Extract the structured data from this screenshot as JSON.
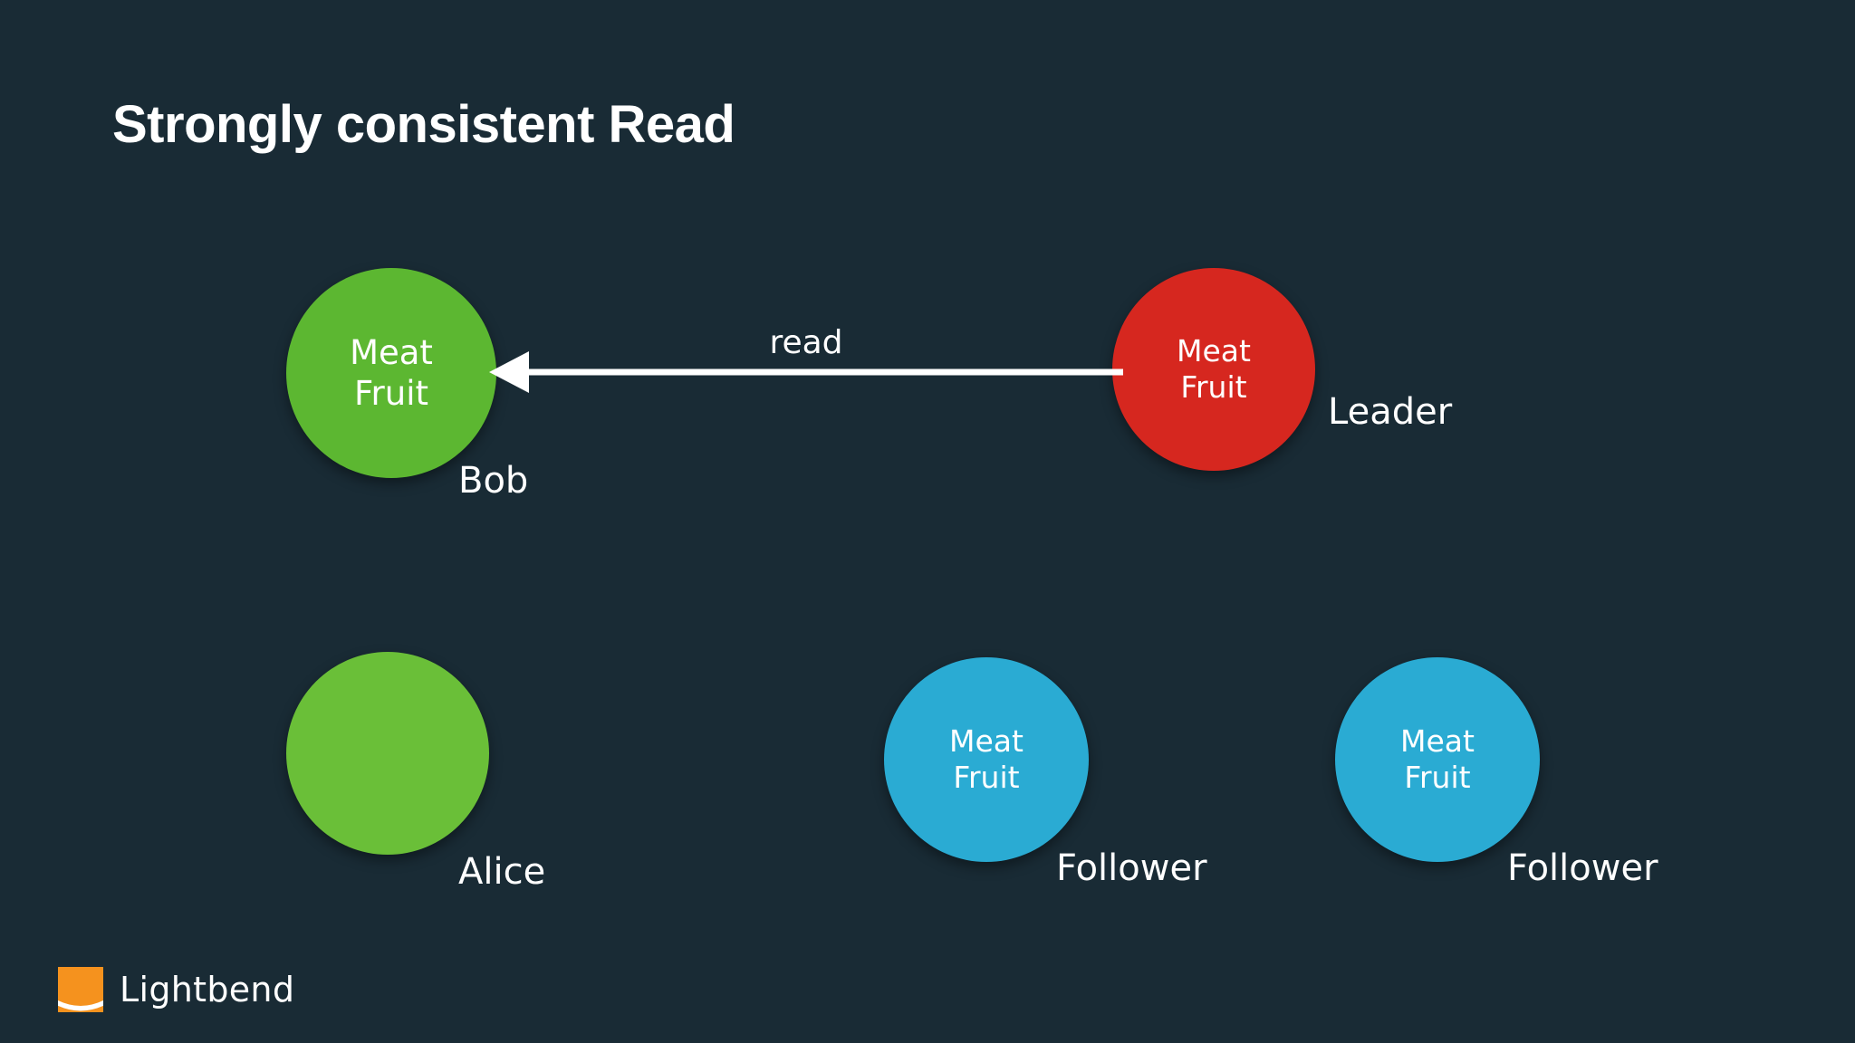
{
  "slide": {
    "title": "Strongly consistent Read",
    "background_color": "#192b35"
  },
  "nodes": [
    {
      "id": "bob",
      "label": "Bob",
      "role": "client",
      "color": "#5cb731",
      "lines": [
        "Meat",
        "Fruit"
      ],
      "line1": "Meat",
      "line2": "Fruit"
    },
    {
      "id": "leader",
      "label": "Leader",
      "role": "leader",
      "color": "#d6271f",
      "lines": [
        "Meat",
        "Fruit"
      ],
      "line1": "Meat",
      "line2": "Fruit"
    },
    {
      "id": "alice",
      "label": "Alice",
      "role": "client",
      "color": "#6abf38",
      "lines": [],
      "line1": "",
      "line2": ""
    },
    {
      "id": "follower-1",
      "label": "Follower",
      "role": "follower",
      "color": "#2aabd3",
      "lines": [
        "Meat",
        "Fruit"
      ],
      "line1": "Meat",
      "line2": "Fruit"
    },
    {
      "id": "follower-2",
      "label": "Follower",
      "role": "follower",
      "color": "#2aabd3",
      "lines": [
        "Meat",
        "Fruit"
      ],
      "line1": "Meat",
      "line2": "Fruit"
    }
  ],
  "arrow": {
    "label": "read",
    "from": "leader",
    "to": "bob",
    "direction": "left",
    "color": "#ffffff"
  },
  "footer": {
    "logo_name": "Lightbend",
    "logo_mark_color": "#f5921e",
    "logo_arc_color": "#ffffff"
  }
}
